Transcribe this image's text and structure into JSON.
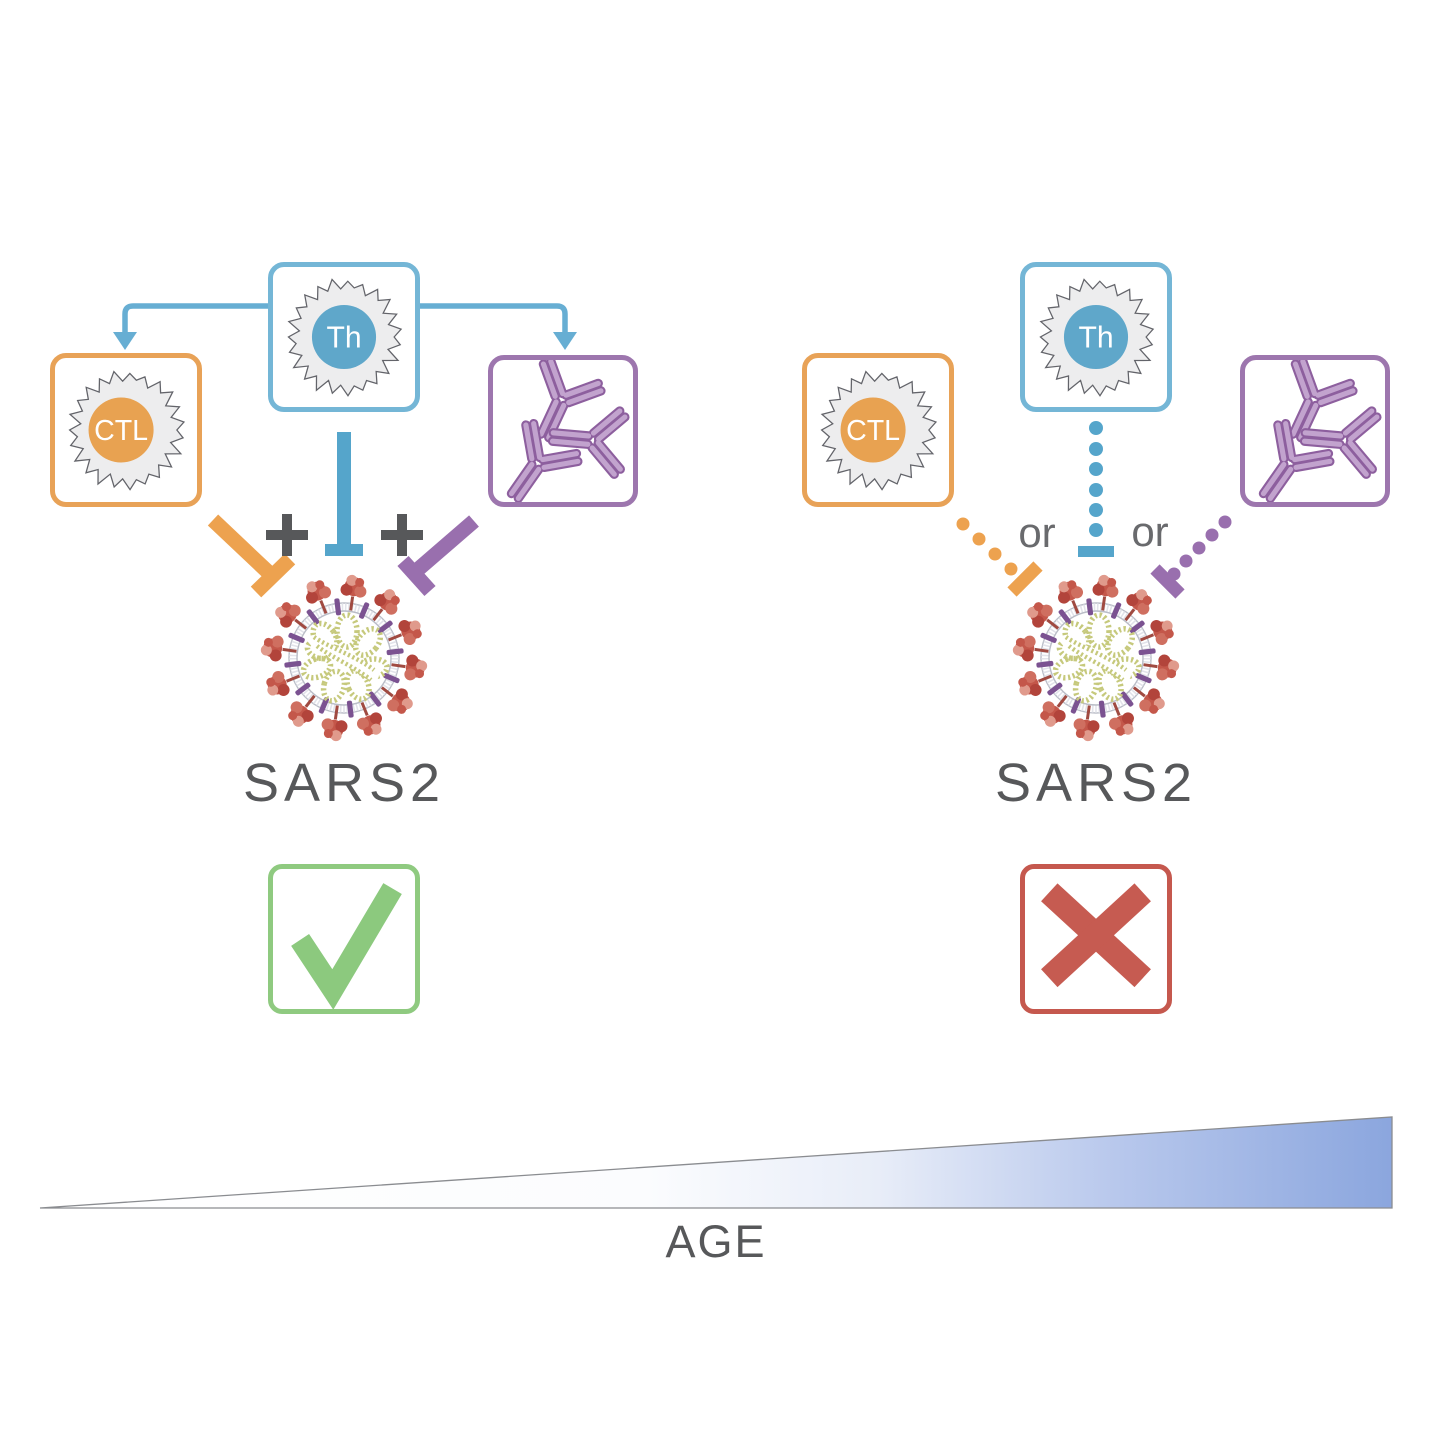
{
  "panels": {
    "young": {
      "th_cell_label": "Th",
      "ctl_cell_label": "CTL",
      "virus_label": "SARS2",
      "plus_signs": [
        "+",
        "+"
      ],
      "outcome": "checkmark"
    },
    "aged": {
      "th_cell_label": "Th",
      "ctl_cell_label": "CTL",
      "virus_label": "SARS2",
      "or_labels": [
        "or",
        "or"
      ],
      "outcome": "cross"
    }
  },
  "axis": {
    "label": "AGE"
  },
  "colors": {
    "th_blue": "#5fa7ca",
    "ctl_orange": "#e8a251",
    "antibody_purple": "#9b72ac",
    "inhibitor_blue": "#55a5cb",
    "inhibitor_orange": "#eda24f",
    "inhibitor_purple": "#996fae",
    "success_green": "#8cc97e",
    "failure_red": "#c65b51",
    "virus_spike_red": "#c4574a",
    "virus_rna_yellow": "#c6c97c",
    "text_gray": "#57585a",
    "age_gradient_blue": "#8ba6de"
  },
  "icons": {
    "young_outcome": "checkmark-icon",
    "aged_outcome": "cross-icon",
    "enhancement": "plus-icon",
    "solid_inhibition": "t-bar-icon",
    "dotted_inhibition": "dotted-t-bar-icon",
    "virus": "coronavirus-icon",
    "antibody": "antibody-y-icon",
    "helper_t_cell": "th-cell-icon",
    "cytotoxic_t_cell": "ctl-cell-icon"
  }
}
